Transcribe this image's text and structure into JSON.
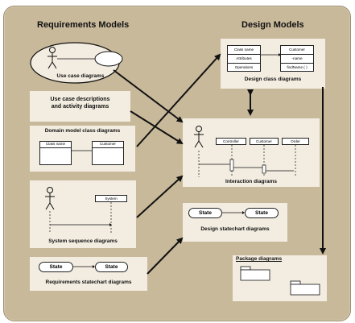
{
  "headings": {
    "requirements": "Requirements Models",
    "design": "Design Models"
  },
  "boxes": {
    "use_case": "Use case diagrams",
    "use_case_desc": "Use case descriptions\nand activity diagrams",
    "domain_model": "Domain model class diagrams",
    "system_sequence": "System sequence diagrams",
    "req_statechart": "Requirements statechart diagrams",
    "design_class": "Design class diagrams",
    "interaction": "Interaction diagrams",
    "design_statechart": "Design statechart diagrams",
    "package": "Package diagrams"
  },
  "mini": {
    "class_name": "Class name",
    "customer": "Customer",
    "system": "System",
    "state": "State",
    "attributes": "Attributes",
    "operations": "Operations",
    "name": "-name",
    "find_name": "findName ( )",
    "controller": "Controller",
    "order": "Order"
  },
  "colors": {
    "frame": "#c8b99a",
    "box": "#f3ede1",
    "line": "#111111"
  }
}
